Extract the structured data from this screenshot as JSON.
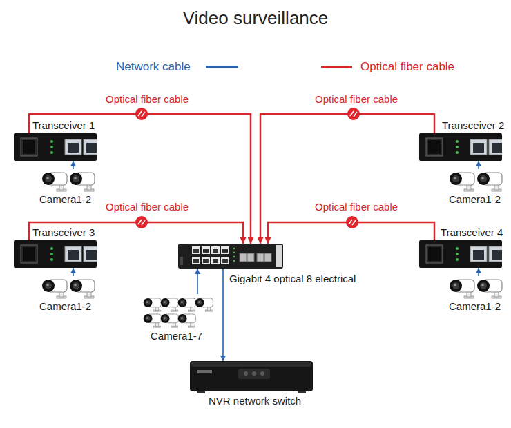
{
  "diagram": {
    "title": "Video surveillance",
    "nodes": [
      {
        "text": [
          "Transceiver 1"
        ]
      },
      {
        "text": [
          "Transceiver 2"
        ]
      },
      {
        "text": [
          "Camera1-2"
        ]
      },
      {
        "text": [
          "Camera1-2"
        ]
      },
      {
        "text": [
          "Transceiver 3"
        ]
      },
      {
        "text": [
          "Transceiver 4"
        ]
      },
      {
        "text": [
          "Gigabit 4 optical 8 electrical"
        ]
      },
      {
        "text": [
          "Camera1-2"
        ]
      },
      {
        "text": [
          "Camera1-2"
        ]
      },
      {
        "text": [
          "Camera1-7"
        ]
      },
      {
        "text": [
          "NVR network switch"
        ]
      }
    ],
    "edges": [
      {
        "from": 0,
        "to": 6,
        "label": "Optical fiber cable",
        "arrow": "to"
      },
      {
        "from": 1,
        "to": 6,
        "label": "Optical fiber cable",
        "arrow": "to"
      },
      {
        "from": 4,
        "to": 6,
        "label": "Optical fiber cable",
        "arrow": "to"
      },
      {
        "from": 5,
        "to": 6,
        "label": "Optical fiber cable",
        "arrow": "to"
      },
      {
        "from": 2,
        "to": 0,
        "arrow": "to"
      },
      {
        "from": 3,
        "to": 1,
        "arrow": "to"
      },
      {
        "from": 7,
        "to": 4,
        "arrow": "to"
      },
      {
        "from": 8,
        "to": 5,
        "arrow": "to"
      },
      {
        "from": 9,
        "to": 6,
        "arrow": "to"
      },
      {
        "from": 6,
        "to": 10,
        "arrow": "to"
      }
    ],
    "legend": [
      {
        "text": "Network cable"
      },
      {
        "text": "Optical fiber cable"
      }
    ]
  }
}
